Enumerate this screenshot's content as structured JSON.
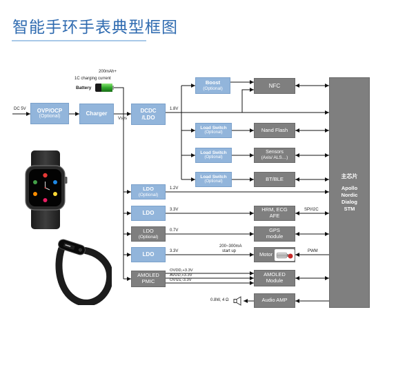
{
  "title": "智能手环手表典型框图",
  "colors": {
    "title": "#2f6bb0",
    "title_underline": "#a8c8e8",
    "blue_block": "#92b5db",
    "gray_block": "#7f7f7f",
    "wire": "#111111"
  },
  "power_input": {
    "label": "DC 5V"
  },
  "ovp_ocp": {
    "name": "OVP/OCP",
    "note": "(Optional)"
  },
  "charger": {
    "name": "Charger"
  },
  "battery": {
    "capacity": "200mAh+",
    "charge_rate": "1C charging current",
    "name": "Battery",
    "icon": "battery-icon"
  },
  "vsys": {
    "label": "Vsys"
  },
  "dcdc": {
    "line1": "DCDC",
    "line2": "/LDO",
    "voltage": "1.8V"
  },
  "boost": {
    "name": "Boost",
    "note": "(Optional)"
  },
  "load_switches": [
    {
      "name": "Load Switch",
      "note": "(Optional)"
    },
    {
      "name": "Load Switch",
      "note": "(Optional)"
    },
    {
      "name": "Load Switch",
      "note": "(Optional)"
    }
  ],
  "peripherals": {
    "nfc": "NFC",
    "nand_flash": "Nand Flash",
    "sensors": {
      "line1": "Sensors",
      "line2": "(Axis/ ALS…)"
    },
    "bt_ble": "BT/BLE",
    "hrm_ecg": {
      "line1": "HRM, ECG",
      "line2": "AFE"
    },
    "gps": {
      "line1": "GPS",
      "line2": "module"
    },
    "motor": {
      "name": "Motor",
      "icon": "motor-icon"
    },
    "amoled_module": {
      "line1": "AMOLED",
      "line2": "Module"
    },
    "audio_amp": {
      "name": "Audio AMP",
      "speaker_spec": "0.8W, 4 Ω",
      "speaker_icon": "speaker-icon"
    }
  },
  "ldo_rows": [
    {
      "line1": "LDO",
      "line2": "(Optional)",
      "voltage": "1.2V"
    },
    {
      "line1": "LDO",
      "voltage": "3.3V",
      "interface": "SPI/I2C"
    },
    {
      "line1": "LDO",
      "line2": "(Optional)",
      "voltage": "0.7V"
    },
    {
      "line1": "LDO",
      "voltage": "3.3V",
      "startup_current": "200~300mA",
      "startup_note": "start up",
      "drive": "PWM"
    }
  ],
  "pmic": {
    "line1": "AMOLED",
    "line2": "PMIC",
    "rails": [
      "OVDD,+3.3V",
      "AVDD,+3.3V",
      "OVSS,-3.3V"
    ]
  },
  "main_chip": {
    "name": "主芯片",
    "vendors": [
      "Apollo",
      "Nordic",
      "Dialog",
      "STM"
    ]
  },
  "product_images": {
    "watch": "smartwatch-image",
    "band": "wristband-image"
  }
}
